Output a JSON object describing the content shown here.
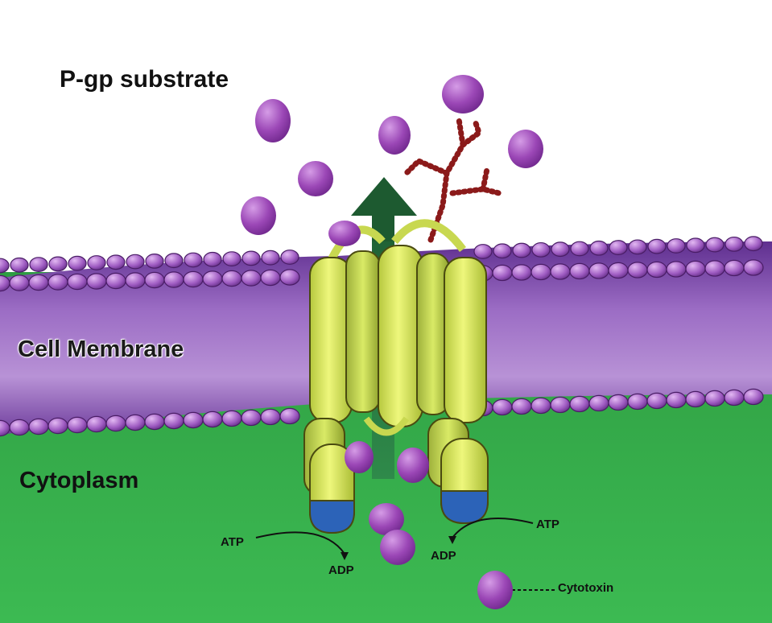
{
  "labels": {
    "title": "P-gp substrate",
    "membrane": "Cell Membrane",
    "cytoplasm": "Cytoplasm",
    "atp_left": "ATP",
    "adp_left": "ADP",
    "adp_right": "ADP",
    "atp_right": "ATP",
    "cytotoxin": "Cytotoxin"
  },
  "colors": {
    "substrate": "#9a4bb3",
    "lipid_head": "#9d57c0",
    "membrane_band": "#7c4aa8",
    "cytoplasm": "#33a84a",
    "pgp_protein": "#d7e85c",
    "atp_domain": "#2c63b8",
    "efflux_arrow": "#1f5a32",
    "glycosylation_chain": "#8b1a1a"
  },
  "icons": {
    "efflux": "efflux-arrow-icon",
    "molecule": "substrate-molecule-icon"
  }
}
